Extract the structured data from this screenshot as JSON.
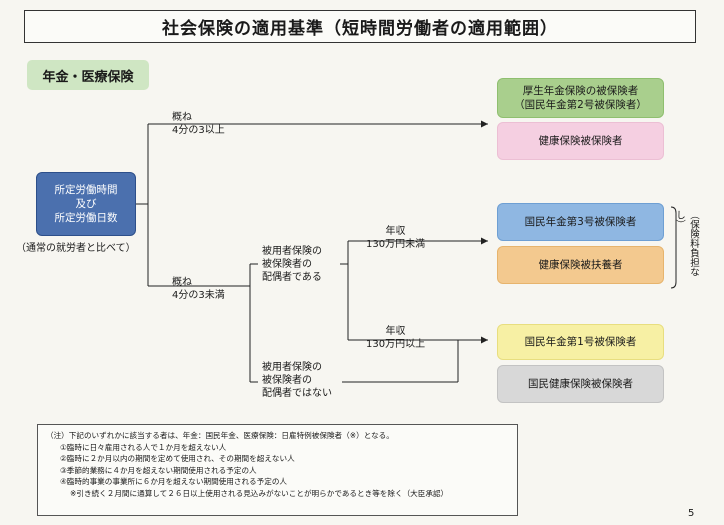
{
  "title": "社会保険の適用基準（短時間労働者の適用範囲）",
  "tag": "年金・医療保険",
  "condition": {
    "lines": [
      "所定労働時間",
      "及び",
      "所定労働日数"
    ],
    "caption": "（通常の就労者と比べて）"
  },
  "branches": {
    "upper": [
      "概ね",
      "4分の3以上"
    ],
    "lower": [
      "概ね",
      "4分の3未満"
    ],
    "spouse_yes": [
      "被用者保険の",
      "被保険者の",
      "配偶者である"
    ],
    "spouse_no": [
      "被用者保険の",
      "被保険者の",
      "配偶者ではない"
    ],
    "income_under": [
      "年収",
      "130万円未満"
    ],
    "income_over": [
      "年収",
      "130万円以上"
    ]
  },
  "results": {
    "r1": [
      "厚生年金保険の被保険者",
      "（国民年金第2号被保険者）"
    ],
    "r2": "健康保険被保険者",
    "r3": "国民年金第3号被保険者",
    "r4": "健康保険被扶養者",
    "r5": "国民年金第1号被保険者",
    "r6": "国民健康保険被保険者"
  },
  "side_note": "（保険料負担なし）",
  "notes": {
    "intro": "（注）下記のいずれかに該当する者は、年金：国民年金、医療保険：日雇特例被保険者（※）となる。",
    "items": [
      "①臨時に日々雇用される人で１か月を超えない人",
      "②臨時に２か月以内の期間を定めて使用され、その期間を超えない人",
      "③季節的業務に４か月を超えない期間使用される予定の人",
      "④臨時的事業の事業所に６か月を超えない期間使用される予定の人"
    ],
    "footnote": "※引き続く２月間に通算して２６日以上使用される見込みがないことが明らかであるとき等を除く（大臣承認）"
  },
  "page_number": "5",
  "colors": {
    "condition_box": "#4b70ae",
    "tag": "#cfe6c3",
    "r1": "#a9cf8d",
    "r2": "#f5cfe1",
    "r3": "#8fb7e2",
    "r4": "#f3c98f",
    "r5": "#f7f0a4",
    "r6": "#d8d8d8"
  }
}
